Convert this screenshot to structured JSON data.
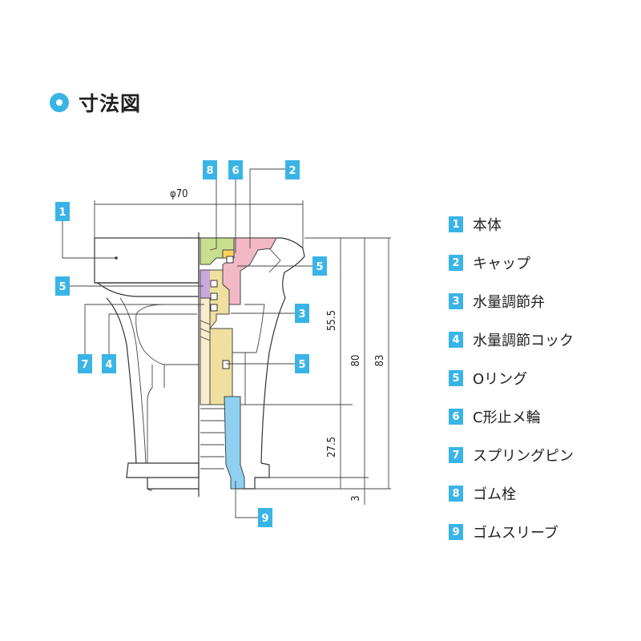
{
  "title": "寸法図",
  "colors": {
    "accent": "#3ab4e6",
    "part_1": "#ffffff",
    "part_2": "#f2b8c6",
    "part_3": "#efe0a0",
    "part_4": "#efe0a0",
    "part_6": "#ffd35a",
    "part_7": "#f7eccb",
    "part_8": "#c7df8e",
    "part_5": "#c9a8dd",
    "part_9": "#8fd0f0"
  },
  "dimensions": {
    "diameter": "φ70",
    "d_55_5": "55.5",
    "d_80": "80",
    "d_83": "83",
    "d_27_5": "27.5",
    "d_3": "3"
  },
  "callouts": {
    "c1": "1",
    "c2": "2",
    "c3": "3",
    "c4": "4",
    "c5a": "5",
    "c5b": "5",
    "c5c": "5",
    "c6": "6",
    "c7": "7",
    "c8": "8",
    "c9": "9"
  },
  "legend": [
    {
      "num": "1",
      "label": "本体"
    },
    {
      "num": "2",
      "label": "キャップ"
    },
    {
      "num": "3",
      "label": "水量調節弁"
    },
    {
      "num": "4",
      "label": "水量調節コック"
    },
    {
      "num": "5",
      "label": "Oリング"
    },
    {
      "num": "6",
      "label": "C形止メ輪"
    },
    {
      "num": "7",
      "label": "スプリングピン"
    },
    {
      "num": "8",
      "label": "ゴム栓"
    },
    {
      "num": "9",
      "label": "ゴムスリーブ"
    }
  ]
}
